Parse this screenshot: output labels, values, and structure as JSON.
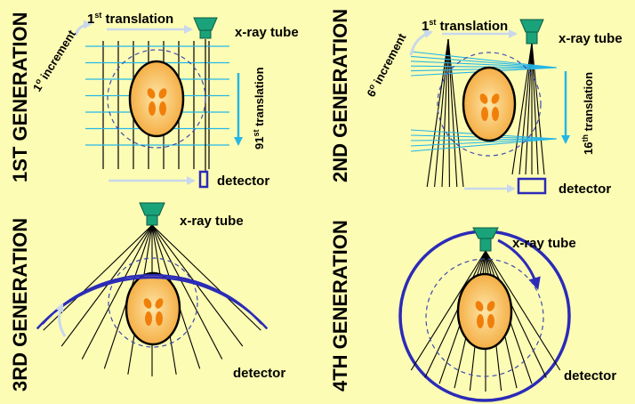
{
  "panels": {
    "gen1": {
      "title": "1ST GENERATION",
      "increment": {
        "num": "1",
        "deg": "o",
        "word": " increment"
      },
      "translation": {
        "num": "1",
        "sup": "st",
        "word": " translation"
      },
      "vertical_translation": {
        "num": "91",
        "sup": "st",
        "word": " translation"
      },
      "tube_label": "x-ray tube",
      "detector_label": "detector"
    },
    "gen2": {
      "title": "2ND GENERATION",
      "increment": {
        "num": "6",
        "deg": "o",
        "word": " increment"
      },
      "translation": {
        "num": "1",
        "sup": "st",
        "word": " translation"
      },
      "vertical_translation": {
        "num": "16",
        "sup": "th",
        "word": " translation"
      },
      "tube_label": "x-ray tube",
      "detector_label": "detector"
    },
    "gen3": {
      "title": "3RD GENERATION",
      "tube_label": "x-ray tube",
      "detector_label": "detector"
    },
    "gen4": {
      "title": "4TH GENERATION",
      "tube_label": "x-ray tube",
      "detector_label": "detector"
    }
  },
  "colors": {
    "background": "#fdfcb4",
    "tube": "#1aa37a",
    "detector": "#2b2bb8",
    "beam_blue": "#25b7e6",
    "phantom_fill": "#f7b74a",
    "organ": "#f07f0a",
    "arrow": "#c8d8ec"
  }
}
